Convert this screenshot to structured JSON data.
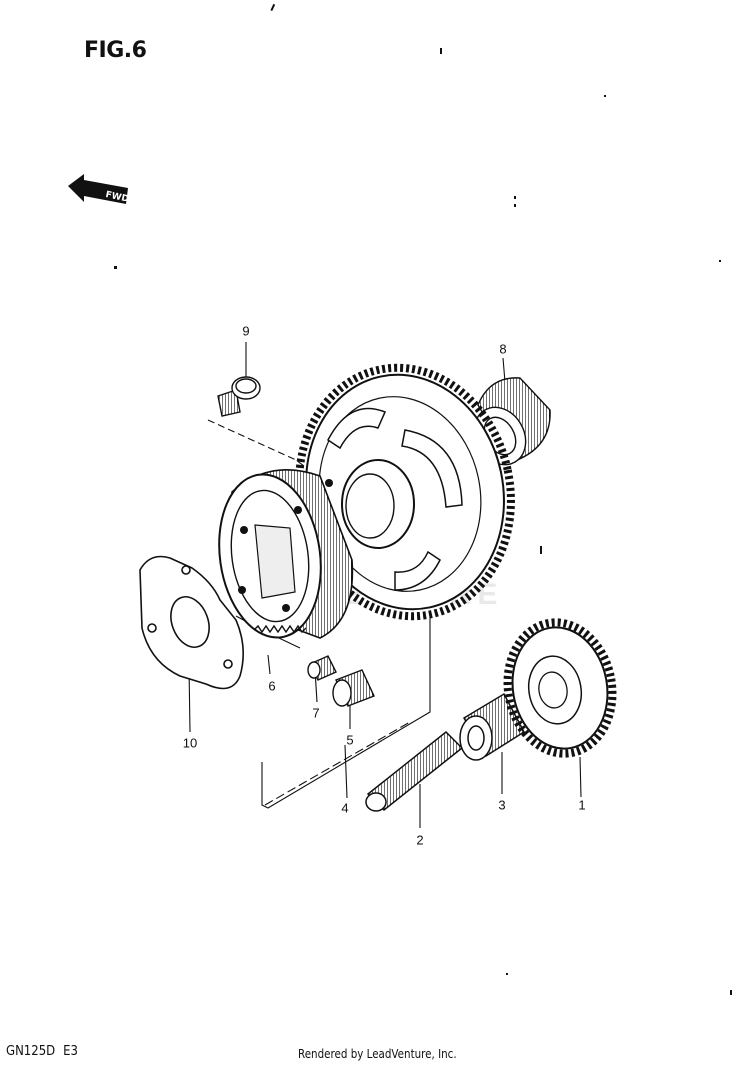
{
  "figure": {
    "title": "FIG.6",
    "fwd_label": "FWD"
  },
  "watermark": "VENTURE",
  "callouts": [
    {
      "id": "1",
      "label": "1"
    },
    {
      "id": "2",
      "label": "2"
    },
    {
      "id": "3",
      "label": "3"
    },
    {
      "id": "4",
      "label": "4"
    },
    {
      "id": "5",
      "label": "5"
    },
    {
      "id": "6",
      "label": "6"
    },
    {
      "id": "7",
      "label": "7"
    },
    {
      "id": "8",
      "label": "8"
    },
    {
      "id": "9",
      "label": "9"
    },
    {
      "id": "10",
      "label": "10"
    }
  ],
  "footer": {
    "model": "GN125D",
    "region": "E3",
    "credit": "Rendered by LeadVenture, Inc."
  },
  "colors": {
    "ink": "#111111",
    "watermark": "#e9e9e9"
  }
}
